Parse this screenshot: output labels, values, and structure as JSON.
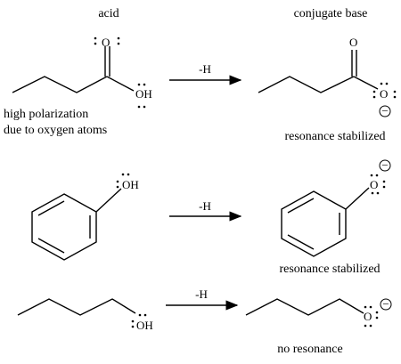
{
  "headers": {
    "acid": "acid",
    "conjugate_base": "conjugate base"
  },
  "rows": [
    {
      "arrow_label": "-H",
      "acid_atoms": {
        "carbonyl_o": "O",
        "hydroxyl": "OH"
      },
      "base_atoms": {
        "carbonyl_o": "O",
        "anion_o": "O",
        "charge": "−"
      },
      "acid_note": [
        "high polarization",
        "due to oxygen atoms"
      ],
      "base_note": "resonance stabilized"
    },
    {
      "arrow_label": "-H",
      "acid_atoms": {
        "hydroxyl": "OH"
      },
      "base_atoms": {
        "anion_o": "O",
        "charge": "−"
      },
      "base_note": "resonance stabilized"
    },
    {
      "arrow_label": "-H",
      "acid_atoms": {
        "hydroxyl": "OH"
      },
      "base_atoms": {
        "anion_o": "O",
        "charge": "−"
      },
      "base_note": "no resonance"
    }
  ]
}
